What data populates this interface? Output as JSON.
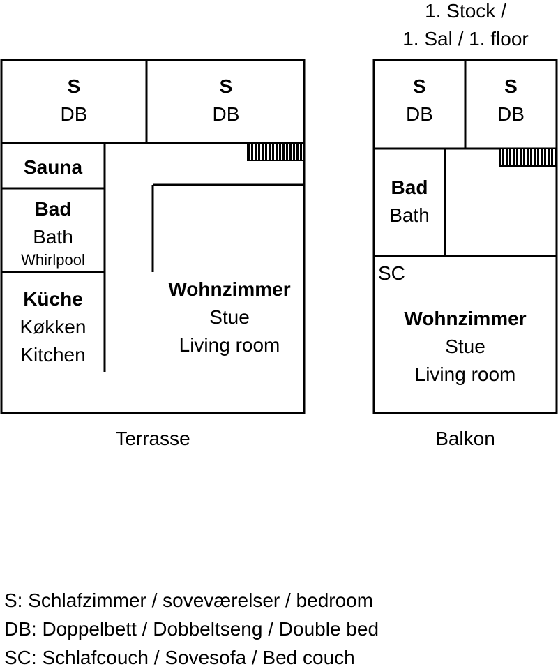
{
  "floor_label": {
    "line1": "1. Stock /",
    "line2": "1. Sal / 1. floor"
  },
  "ground": {
    "bedroom_left": {
      "code": "S",
      "bed": "DB"
    },
    "bedroom_right": {
      "code": "S",
      "bed": "DB"
    },
    "sauna": "Sauna",
    "bath": {
      "de": "Bad",
      "en": "Bath",
      "extra": "Whirlpool"
    },
    "kitchen": {
      "de": "Küche",
      "da": "Køkken",
      "en": "Kitchen"
    },
    "living": {
      "de": "Wohnzimmer",
      "da": "Stue",
      "en": "Living room"
    },
    "outside": "Terrasse"
  },
  "upper": {
    "bedroom_left": {
      "code": "S",
      "bed": "DB"
    },
    "bedroom_right": {
      "code": "S",
      "bed": "DB"
    },
    "bath": {
      "de": "Bad",
      "en": "Bath"
    },
    "couch": "SC",
    "living": {
      "de": "Wohnzimmer",
      "da": "Stue",
      "en": "Living room"
    },
    "outside": "Balkon"
  },
  "legend": [
    "S:  Schlafzimmer / soveværelser / bedroom",
    "DB: Doppelbett / Dobbeltseng / Double bed",
    "SC:  Schlafcouch / Sovesofa / Bed couch"
  ]
}
